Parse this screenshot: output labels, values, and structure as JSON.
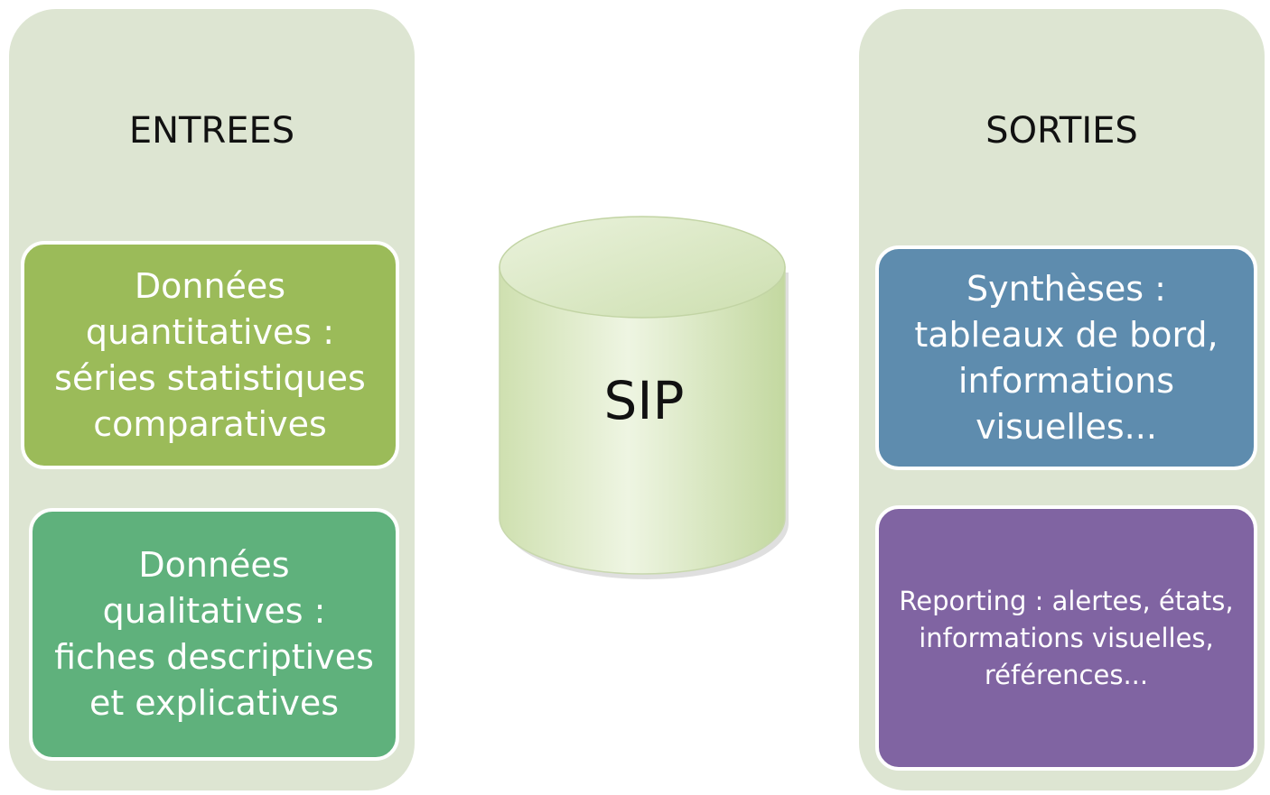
{
  "inputs": {
    "title": "ENTREES",
    "quantitative": [
      "Données",
      "quantitatives :",
      "séries statistiques",
      "comparatives"
    ],
    "qualitative": [
      "Données",
      "qualitatives :",
      "fiches descriptives",
      "et explicatives"
    ]
  },
  "center": {
    "label": "SIP"
  },
  "outputs": {
    "title": "SORTIES",
    "syntheses": [
      "Synthèses :",
      "tableaux de bord,",
      "informations",
      "visuelles..."
    ],
    "reporting": [
      "Reporting : alertes, états,",
      "informations visuelles,",
      "références..."
    ]
  },
  "colors": {
    "panel": "#dde5d2",
    "quantitative": "#9bbb59",
    "qualitative": "#5fb17c",
    "syntheses": "#5e8cae",
    "reporting": "#8064a2",
    "cylinder": "#d8e6c0"
  }
}
